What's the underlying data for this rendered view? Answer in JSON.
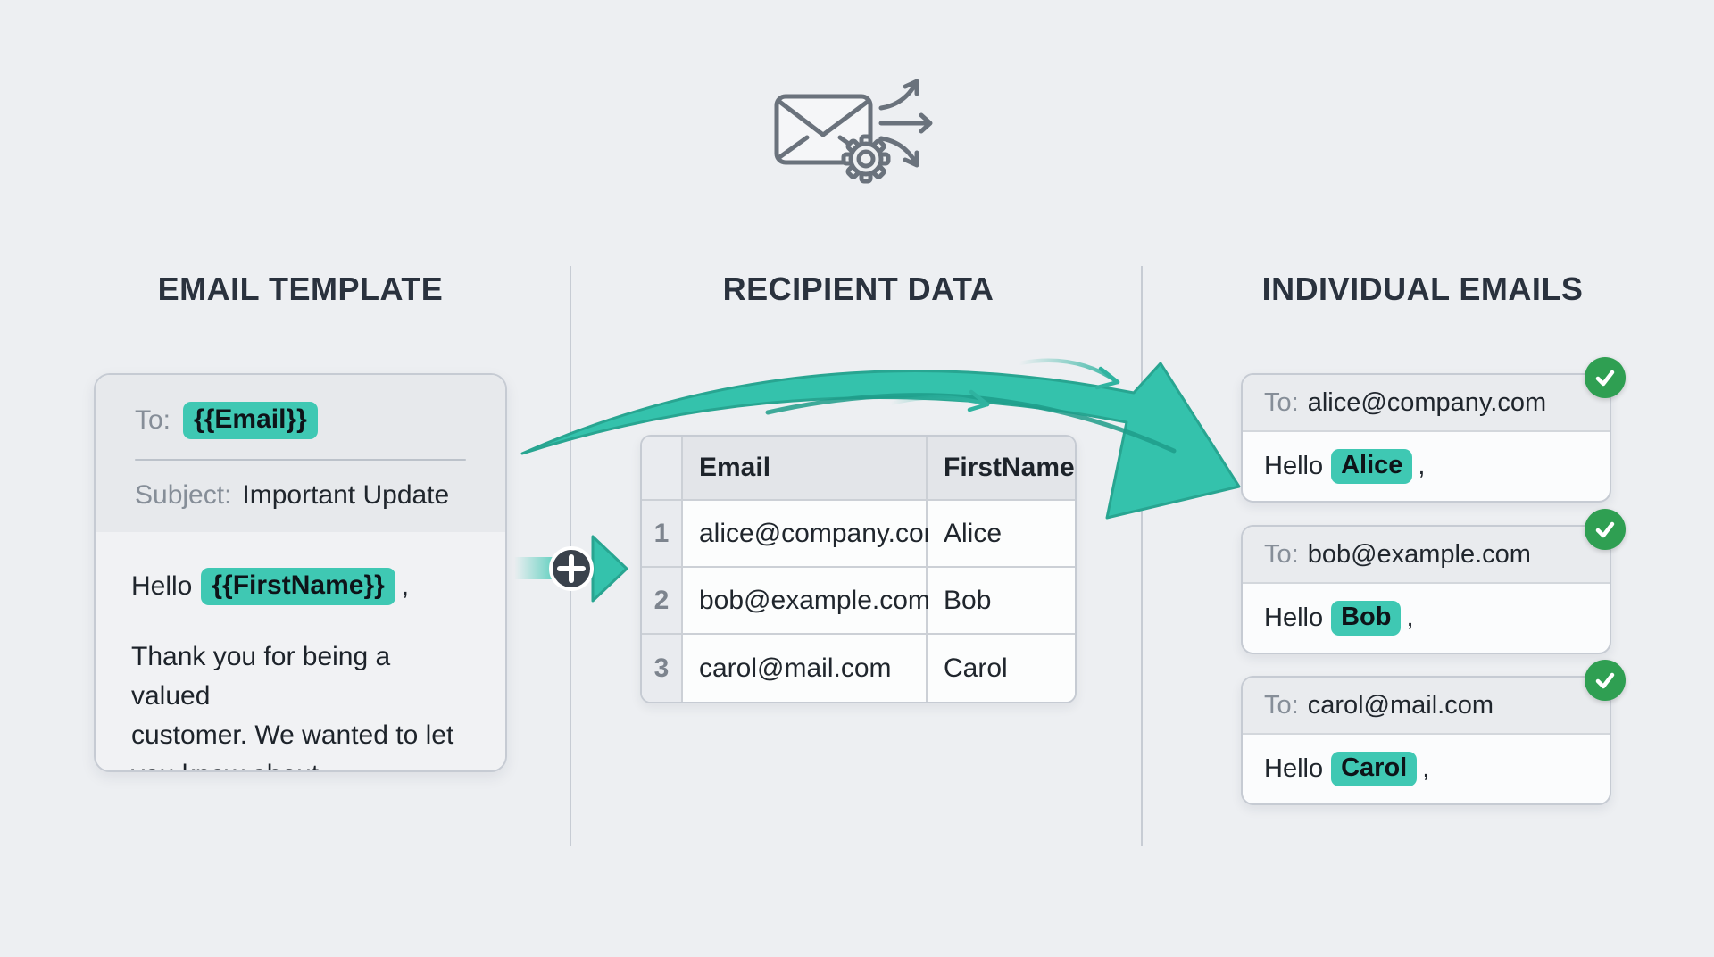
{
  "colors": {
    "background": "#edeff2",
    "accent_teal": "#3fc8b3",
    "arrow_teal": "#34c2ac",
    "arrow_teal_stroke": "#28a591",
    "success_green": "#2f9f52",
    "title_text": "#2a323e",
    "body_text": "#1d232a",
    "muted_label": "#868e98",
    "plus_circle": "#3a424c"
  },
  "icons": {
    "top": "mail-merge-envelope-gear-icon",
    "connector": "plus-merge-arrow-icon",
    "badge": "check-icon",
    "flow": "swoosh-arrow-icon"
  },
  "sections": {
    "template": {
      "title": "EMAIL TEMPLATE",
      "to_label": "To:",
      "to_value": "{{Email}}",
      "subject_label": "Subject:",
      "subject_value": "Important Update",
      "greeting_prefix": "Hello",
      "greeting_var": "{{FirstName}}",
      "greeting_suffix": ",",
      "body_lines": [
        "Thank you for being a valued",
        "customer. We wanted to let",
        "you know about..."
      ]
    },
    "recipients": {
      "title": "RECIPIENT DATA",
      "columns": [
        "Email",
        "FirstName"
      ],
      "rows": [
        {
          "num": "1",
          "email": "alice@company.com",
          "firstname": "Alice"
        },
        {
          "num": "2",
          "email": "bob@example.com",
          "firstname": "Bob"
        },
        {
          "num": "3",
          "email": "carol@mail.com",
          "firstname": "Carol"
        }
      ]
    },
    "individual": {
      "title": "INDIVIDUAL EMAILS",
      "emails": [
        {
          "to_label": "To:",
          "to_value": "alice@company.com",
          "greeting_prefix": "Hello",
          "name": "Alice",
          "greeting_suffix": ","
        },
        {
          "to_label": "To:",
          "to_value": "bob@example.com",
          "greeting_prefix": "Hello",
          "name": "Bob",
          "greeting_suffix": ","
        },
        {
          "to_label": "To:",
          "to_value": "carol@mail.com",
          "greeting_prefix": "Hello",
          "name": "Carol",
          "greeting_suffix": ","
        }
      ]
    }
  }
}
